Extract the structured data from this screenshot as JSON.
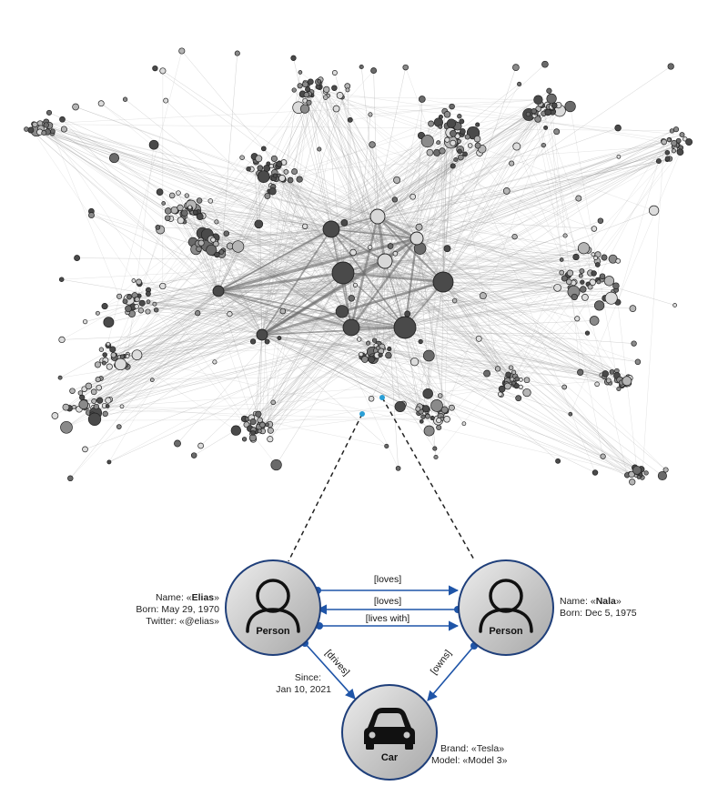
{
  "colors": {
    "edge_blue": "#1f55a8",
    "node_ring": "#1f3f7a",
    "dashed": "#222222",
    "highlight_dot": "#2a9fd6",
    "network_edge": "#9a9a9a",
    "node_dark": "#4a4a4a",
    "node_mid": "#8a8a8a",
    "node_light": "#dcdcdc"
  },
  "nodes": {
    "elias": {
      "type": "Person",
      "icon": "person-icon",
      "props": {
        "name_prefix": "Name: «",
        "name": "Elias",
        "name_suffix": "»",
        "born": "Born: May 29, 1970",
        "twitter": "Twitter: «@elias»"
      }
    },
    "nala": {
      "type": "Person",
      "icon": "person-icon",
      "props": {
        "name_prefix": "Name: «",
        "name": "Nala",
        "name_suffix": "»",
        "born": "Born: Dec 5, 1975"
      }
    },
    "car": {
      "type": "Car",
      "icon": "car-icon",
      "props": {
        "brand": "Brand: «Tesla»",
        "model": "Model: «Model 3»"
      }
    }
  },
  "edges": {
    "loves_1": "[loves]",
    "loves_2": "[loves]",
    "lives_with": "[lives with]",
    "drives": "[drives]",
    "owns": "[owns]",
    "drives_since_1": "Since:",
    "drives_since_2": "Jan 10, 2021"
  }
}
